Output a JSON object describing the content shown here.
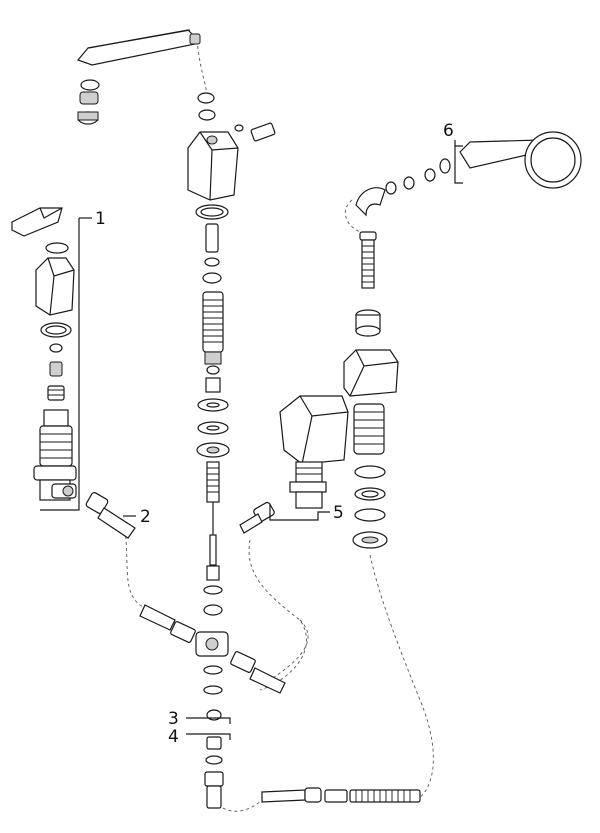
{
  "callouts": [
    {
      "id": "1",
      "label": "1"
    },
    {
      "id": "2",
      "label": "2"
    },
    {
      "id": "3",
      "label": "3"
    },
    {
      "id": "4",
      "label": "4"
    },
    {
      "id": "5",
      "label": "5"
    },
    {
      "id": "6",
      "label": "6"
    }
  ],
  "colors": {
    "line": "#1a1a1a",
    "shade": "#cfcfcf",
    "background": "#ffffff"
  }
}
